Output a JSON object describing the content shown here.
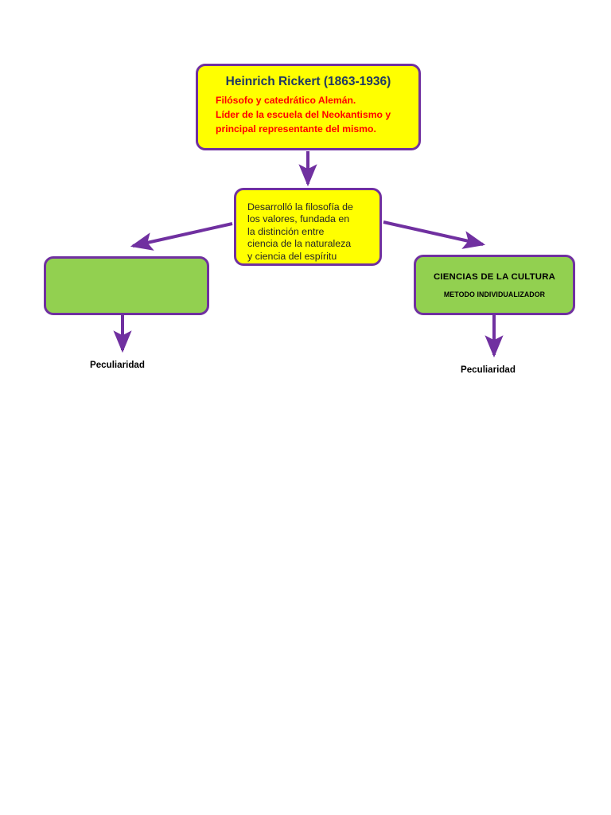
{
  "diagram": {
    "type": "flowchart",
    "title_node": {
      "name": "heinrich-rickert",
      "title": "Heinrich Rickert (1863-1936)",
      "lines": [
        "Filósofo y catedrático Alemán.",
        "Líder de la escuela del Neokantismo y",
        "principal representante del mismo."
      ],
      "fill": "#FFFF00",
      "border": "#7030A0",
      "title_color": "#1F3864",
      "body_color": "#FF0000"
    },
    "middle_node": {
      "name": "filosofia-de-los-valores",
      "text": "Desarrolló la filosofía de\nlos valores, fundada en\nla distinción entre\nciencia de la naturaleza\ny ciencia del espíritu",
      "fill": "#FFFF00",
      "border": "#7030A0",
      "text_color": "#262626"
    },
    "left_node": {
      "name": "ciencias-de-la-naturaleza",
      "heading": "",
      "subheading": "",
      "fill": "#92D050",
      "border": "#7030A0"
    },
    "right_node": {
      "name": "ciencias-de-la-cultura",
      "heading": "CIENCIAS DE LA CULTURA",
      "subheading": "METODO INDIVIDUALIZADOR",
      "fill": "#92D050",
      "border": "#7030A0"
    },
    "leaf_labels": {
      "left": "Peculiaridad",
      "right": "Peculiaridad"
    },
    "connector_color": "#7030A0"
  }
}
